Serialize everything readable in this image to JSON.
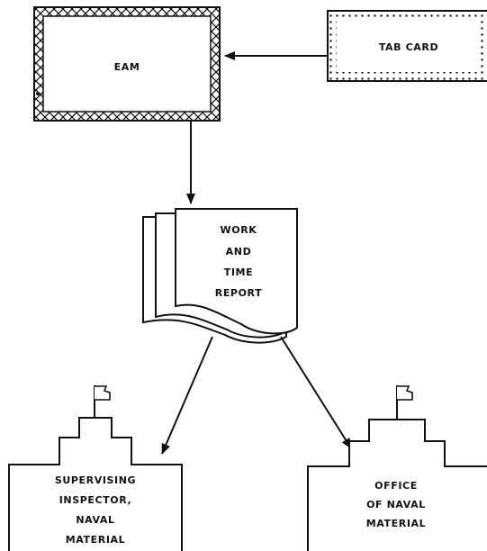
{
  "nodes": {
    "eam": {
      "label": "EAM"
    },
    "tab_card": {
      "label": "TAB CARD"
    },
    "report": {
      "lines": [
        "WORK",
        "AND",
        "TIME",
        "REPORT"
      ]
    },
    "supervising": {
      "lines": [
        "SUPERVISING",
        "INSPECTOR,",
        "NAVAL",
        "MATERIAL"
      ]
    },
    "office": {
      "lines": [
        "OFFICE",
        "OF NAVAL",
        "MATERIAL"
      ]
    }
  },
  "colors": {
    "ink": "#111111",
    "paper": "#ffffff"
  },
  "edges": [
    {
      "from": "tab_card",
      "to": "eam"
    },
    {
      "from": "eam",
      "to": "report"
    },
    {
      "from": "report",
      "to": "supervising"
    },
    {
      "from": "report",
      "to": "office"
    }
  ]
}
